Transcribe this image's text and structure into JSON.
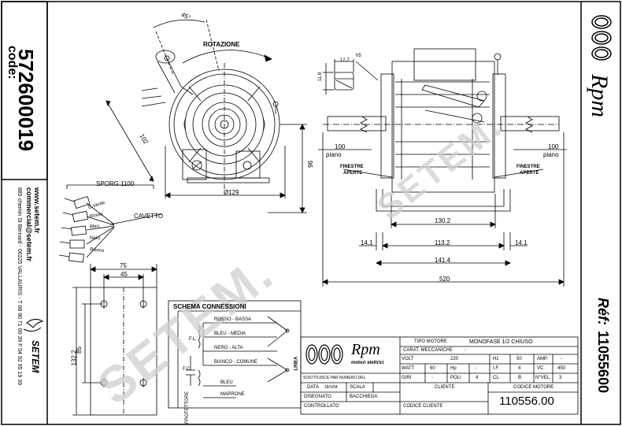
{
  "left_panel": {
    "code_label": "code:",
    "code_number": "572600019",
    "website": "www.setem.fr",
    "email": "commercial@setem.fr",
    "address": "885 chemin St Bernard - 06225 VALLAURIS - T 08 90 71 00 39  F 04 92 95 19 39",
    "logo_text": "SETEM"
  },
  "right_panel": {
    "brand": "Rpm",
    "ref_label": "Réf:",
    "ref_number": "11055600"
  },
  "watermark": "SETEM.",
  "dimensions": {
    "angle": "45°",
    "rotation": "ROTAZIONE",
    "d102": "102",
    "d96": "96",
    "d129": "Ø129",
    "sporg": "SPORG.1100",
    "cavetto": "CAVETTO",
    "d11_8": "11.8",
    "d12_7": "12.7",
    "h5": "h5",
    "d100_left": "100",
    "d100_right": "100",
    "piano_left": "piano",
    "piano_right": "piano",
    "finestre_left": "FINESTRE",
    "aperte_left": "APERTE",
    "finestre_right": "FINESTRE",
    "aperte_right": "APERTE",
    "d130_2": "130.2",
    "d14_1_left": "14.1",
    "d113_2": "113.2",
    "d14_1_right": "14.1",
    "d141_4": "141.4",
    "d520": "520",
    "d75": "75",
    "d45": "45",
    "d132_2": "132.2",
    "d85": "85"
  },
  "wires": [
    "G.Verde",
    "Rosso",
    "Bleu",
    "Nero",
    "Bianco"
  ],
  "schema": {
    "title": "SCHEMA CONNESSIONI",
    "rosso": "ROSSO - BASSA",
    "bleu": "BLEU - MEDIA",
    "nero": "NERO - ALTA",
    "bianco": "BIANCO - COMUNE",
    "bleu2": "BLEU",
    "marrone": "MARRONE",
    "fl": "F.L.",
    "fc": "F.C.",
    "linea": "LINEA",
    "protettore": "PROTETTORE"
  },
  "title_block": {
    "brand": "Rpm",
    "brand_sub": "motori elettrici",
    "sostituisce": "SOSTITUISCE PAR NUMERO DEL",
    "data_label": "DATA",
    "data_value": "18/1/54",
    "scala_label": "SCALA",
    "disegnato_label": "DISEGNATO",
    "disegnato_value": "BACCHIEGA",
    "controllato_label": "CONTROLLATO",
    "tipo_motore_label": "TIPO MOTORE",
    "tipo_motore_value": "MONOFASE 1/2 CHIUSO",
    "carat_label": "CARAT. MECCANICHE",
    "carat_value": "-",
    "volt_label": "VOLT",
    "volt_value": "220",
    "hz_label": "Hz",
    "hz_value": "50",
    "amp_label": "AMP.",
    "amp_value": "-",
    "watt_label": "WATT",
    "watt_value": "60",
    "hp_label": "Hp",
    "hp_value": "-",
    "if_label": "I.F.",
    "if_value": "4",
    "vc_label": "VC",
    "vc_value": "450",
    "giri_label": "GIRI",
    "giri_value": "-",
    "poli_label": "POLI",
    "poli_value": "4",
    "cl_label": "CL",
    "cl_value": "B",
    "nvel_label": "N°VEL.",
    "nvel_value": "3",
    "cliente_label": "CLIENTE",
    "codice_motore_label": "CODICE MOTORE",
    "codice_cliente_label": "CODICE CLIENTE",
    "codice_motore_value": "110556.00"
  }
}
